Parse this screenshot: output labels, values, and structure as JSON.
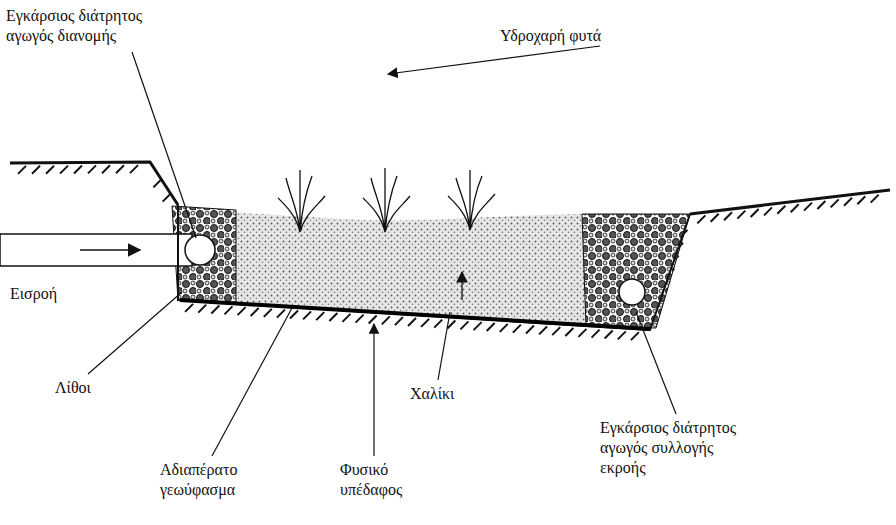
{
  "diagram": {
    "labels": [
      "Εγκάρσιος διάτρητος αγωγός διανομής",
      "Υδροχαρή φυτά",
      "Εισροή",
      "Λίθοι",
      "Χαλίκι",
      "Αδιαπέρατο γεωύφασμα",
      "Φυσικό υπέδαφος",
      "Εγκάρσιος διάτρητος αγωγός συλλογής εκροής"
    ]
  }
}
